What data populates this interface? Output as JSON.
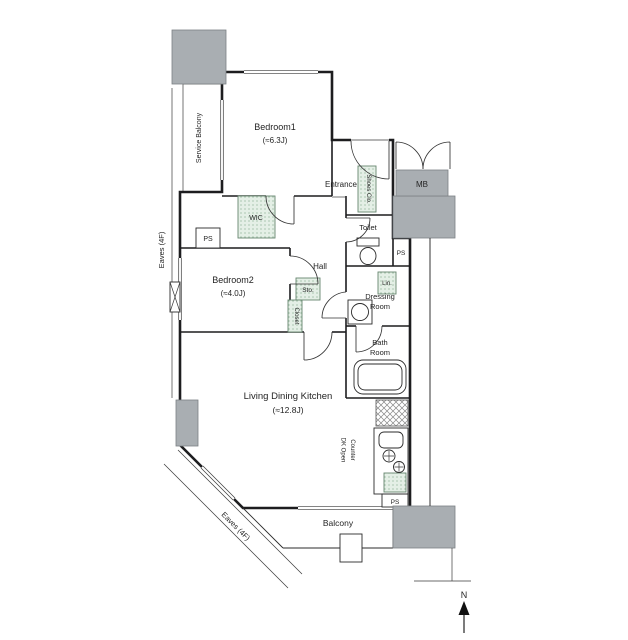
{
  "labels": {
    "service_balcony": "Service Balcony",
    "bedroom1": "Bedroom1",
    "bedroom1_size": "(≈6.3J)",
    "wic": "WIC",
    "entrance": "Entrance",
    "shoes_closet": "Shoes Clo.",
    "mb": "MB",
    "toilet": "Toilet",
    "ps": "PS",
    "bedroom2": "Bedroom2",
    "bedroom2_size": "(≈4.0J)",
    "hall": "Hall",
    "sto": "Sto.",
    "closet": "Closet",
    "lin": "Lin.",
    "dressing_line1": "Dressing",
    "dressing_line2": "Room",
    "bath_line1": "Bath",
    "bath_line2": "Room",
    "ldk": "Living Dining Kitchen",
    "ldk_size": "(≈12.8J)",
    "counter_line1": "Counter",
    "counter_line2": "DK Open",
    "balcony": "Balcony",
    "eaves": "Eaves (4F)",
    "north": "N"
  },
  "colors": {
    "wall": "#1d1d1f",
    "concrete_gray": "#a9aeb2",
    "storage_green": "#e4efe6",
    "storage_border": "#66866f",
    "text": "#242424"
  }
}
